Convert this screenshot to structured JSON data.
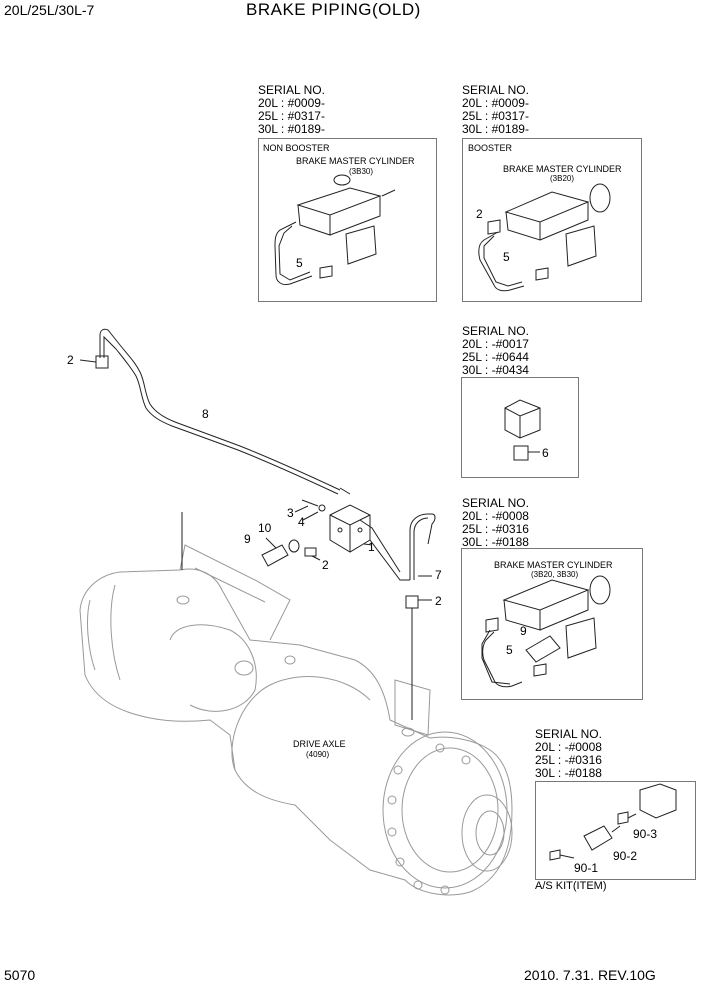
{
  "header": {
    "model": "20L/25L/30L-7",
    "title": "BRAKE PIPING(OLD)"
  },
  "footer": {
    "page": "5070",
    "date_rev": "2010. 7.31.  REV.10G"
  },
  "serial_blocks": [
    {
      "heading": "SERIAL NO.",
      "lines": [
        "20L : #0009-",
        "25L : #0317-",
        "30L : #0189-"
      ]
    },
    {
      "heading": "SERIAL NO.",
      "lines": [
        "20L : #0009-",
        "25L : #0317-",
        "30L : #0189-"
      ]
    },
    {
      "heading": "SERIAL NO.",
      "lines": [
        "20L : -#0017",
        "25L : -#0644",
        "30L : -#0434"
      ]
    },
    {
      "heading": "SERIAL NO.",
      "lines": [
        "20L : -#0008",
        "25L : -#0316",
        "30L : -#0188"
      ]
    },
    {
      "heading": "SERIAL NO.",
      "lines": [
        "20L : -#0008",
        "25L : -#0316",
        "30L : -#0188"
      ]
    }
  ],
  "boxes": {
    "non_booster": {
      "label": "NON BOOSTER",
      "part": "BRAKE MASTER CYLINDER",
      "code": "(3B30)"
    },
    "booster": {
      "label": "BOOSTER",
      "part": "BRAKE MASTER CYLINDER",
      "code": "(3B20)"
    },
    "late_cyl": {
      "part": "BRAKE MASTER CYLINDER",
      "code": "(3B20, 3B30)"
    }
  },
  "axle": {
    "label": "DRIVE AXLE",
    "code": "(4090)"
  },
  "kit_caption": "A/S KIT(ITEM)",
  "callouts": {
    "c1": "1",
    "c2": "2",
    "c3": "3",
    "c4": "4",
    "c5": "5",
    "c6": "6",
    "c7": "7",
    "c8": "8",
    "c9": "9",
    "c10": "10",
    "c901": "90-1",
    "c902": "90-2",
    "c903": "90-3"
  }
}
